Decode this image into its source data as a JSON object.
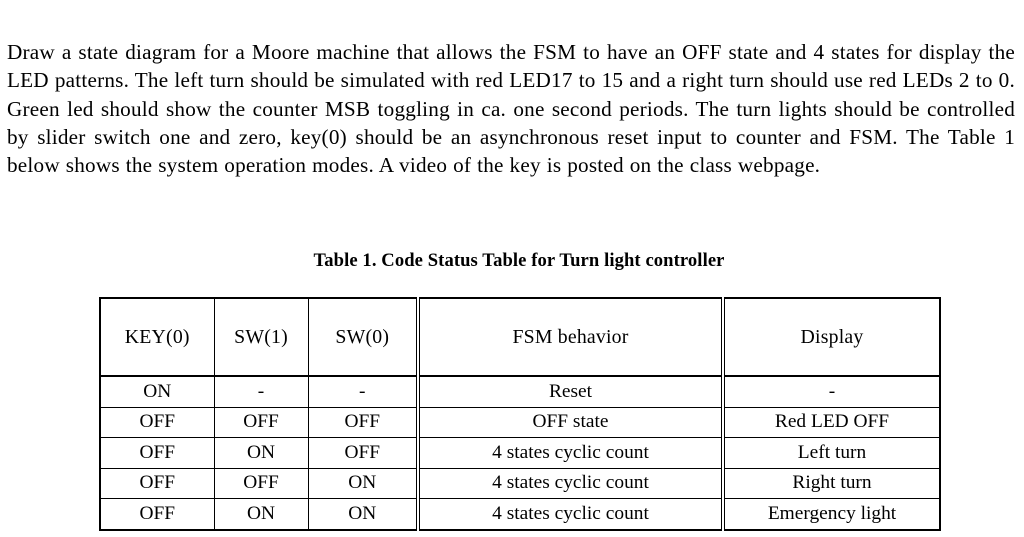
{
  "document": {
    "prompt": "Draw a state diagram for a Moore machine that allows the FSM to have an OFF state and 4 states for display the LED patterns. The left turn should be simulated with red LED17 to 15 and a right turn should use red LEDs 2 to 0. Green led should show the counter MSB toggling in ca. one second periods. The turn lights should be controlled by slider switch one and zero, key(0) should be an asynchronous reset input to counter and FSM. The Table 1 below shows the system operation modes. A video of the key is posted on the class webpage.",
    "table_caption": "Table 1. Code Status Table for Turn light controller"
  },
  "table": {
    "columns": [
      {
        "key": "key0",
        "label": "KEY(0)"
      },
      {
        "key": "sw1",
        "label": "SW(1)"
      },
      {
        "key": "sw0",
        "label": "SW(0)"
      },
      {
        "key": "fsm",
        "label": "FSM behavior"
      },
      {
        "key": "display",
        "label": "Display"
      }
    ],
    "rows": [
      {
        "key0": "ON",
        "sw1": "-",
        "sw0": "-",
        "fsm": "Reset",
        "display": "-"
      },
      {
        "key0": "OFF",
        "sw1": "OFF",
        "sw0": "OFF",
        "fsm": "OFF state",
        "display": "Red LED OFF"
      },
      {
        "key0": "OFF",
        "sw1": "ON",
        "sw0": "OFF",
        "fsm": "4 states cyclic count",
        "display": "Left turn"
      },
      {
        "key0": "OFF",
        "sw1": "OFF",
        "sw0": "ON",
        "fsm": "4 states cyclic count",
        "display": "Right turn"
      },
      {
        "key0": "OFF",
        "sw1": "ON",
        "sw0": "ON",
        "fsm": "4 states cyclic count",
        "display": "Emergency light"
      }
    ]
  },
  "colors": {
    "page_background": "#ffffff",
    "text": "#000000",
    "table_border": "#000000"
  }
}
